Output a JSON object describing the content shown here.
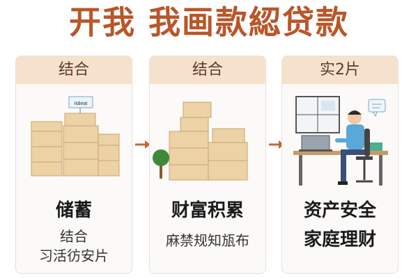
{
  "title": "开我 我画款綛贷款",
  "cards": [
    {
      "header": "结合",
      "title": "储蓄",
      "sub_lines": [
        "结合",
        "习活彷安片"
      ],
      "sign_label": "Iidieat"
    },
    {
      "header": "结合",
      "title": "财富积累",
      "sub_lines": [
        "麻禁规知瓬布"
      ]
    },
    {
      "header": "实2片",
      "title": "资产安全",
      "sub_lines": [
        "家庭理财"
      ]
    }
  ],
  "icons": [
    "boxes-icon",
    "sign-icon",
    "arrow-right-icon",
    "tree-icon",
    "person-desk-icon",
    "laptop-icon",
    "chat-bubble-icon",
    "whiteboard-icon"
  ],
  "colors": {
    "title": "#b9562a",
    "header_bg": "#f6e2cc",
    "arrow": "#c8683a"
  }
}
